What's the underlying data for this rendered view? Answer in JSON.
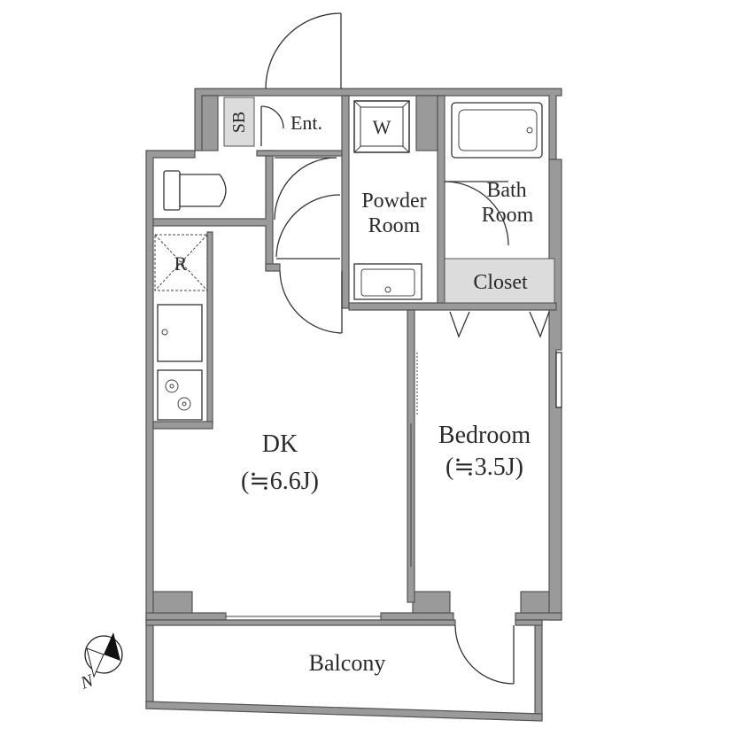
{
  "rooms": {
    "sb": "SB",
    "entrance": "Ent.",
    "washer": "W",
    "powder_room_line1": "Powder",
    "powder_room_line2": "Room",
    "bath_room_line1": "Bath",
    "bath_room_line2": "Room",
    "closet": "Closet",
    "refrigerator": "R",
    "dk": "DK",
    "dk_area": "(≒6.6J)",
    "bedroom": "Bedroom",
    "bedroom_area": "(≒3.5J)",
    "balcony": "Balcony"
  },
  "compass": {
    "north": "N"
  },
  "colors": {
    "wall": "#9a9a9a",
    "closet_fill": "#dcdcdc",
    "sb_fill": "#dcdcdc"
  }
}
